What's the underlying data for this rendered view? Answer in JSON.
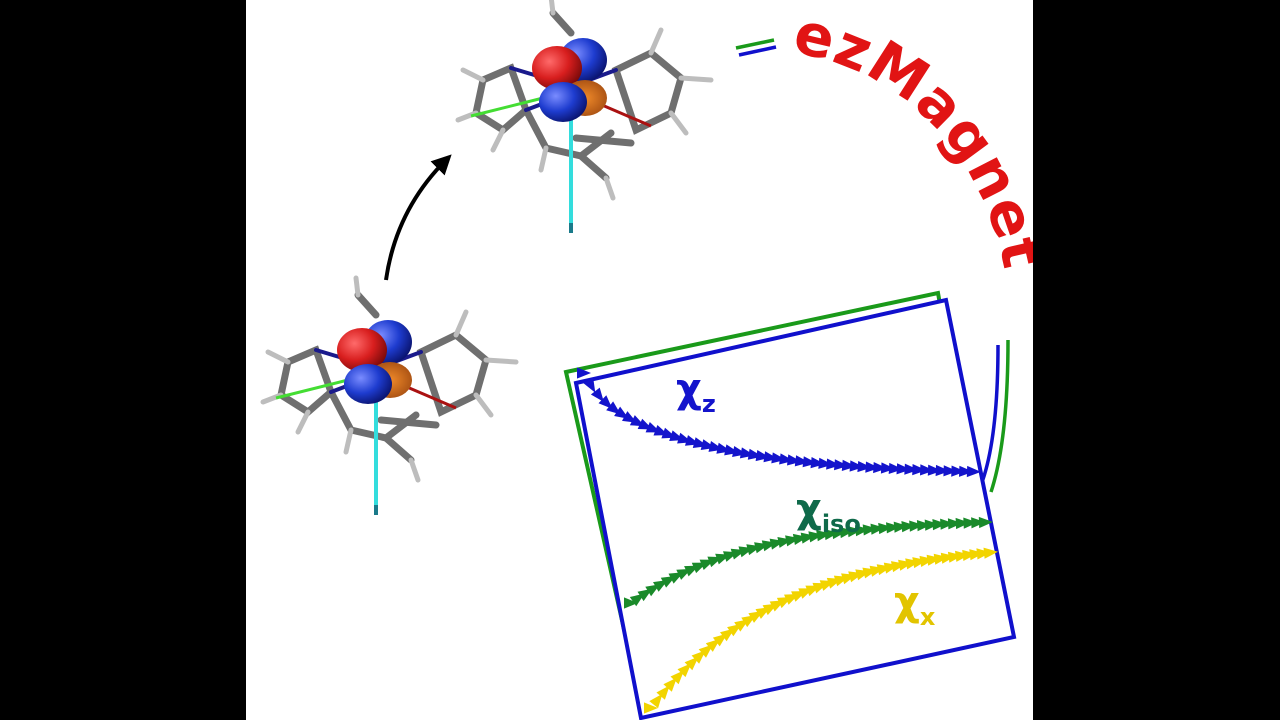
{
  "brand": {
    "text": "ezMagnet",
    "color": "#e11414"
  },
  "colors": {
    "frame_blue": "#1010cc",
    "frame_green": "#1a9a1a",
    "chi_z": "#1414cc",
    "chi_iso": "#1a8a2a",
    "chi_x": "#f2d400",
    "chi_iso_label": "#0f6a4a",
    "chi_x_label": "#e2c400",
    "lobe_red": "#d81e1e",
    "lobe_blue": "#1e3ccf",
    "bond_grey": "#7a7a7a",
    "bond_navy": "#1a1a8c",
    "axis_green": "#44dd33",
    "axis_red": "#aa1111",
    "axis_cyan": "#33dddd"
  },
  "plot": {
    "curves": [
      {
        "label": "χ",
        "subscript": "z"
      },
      {
        "label": "χ",
        "subscript": "iso"
      },
      {
        "label": "χ",
        "subscript": "x"
      }
    ]
  },
  "icons": [
    "molecule-with-orbitals",
    "molecule-rotated",
    "rotation-arrow-icon"
  ]
}
